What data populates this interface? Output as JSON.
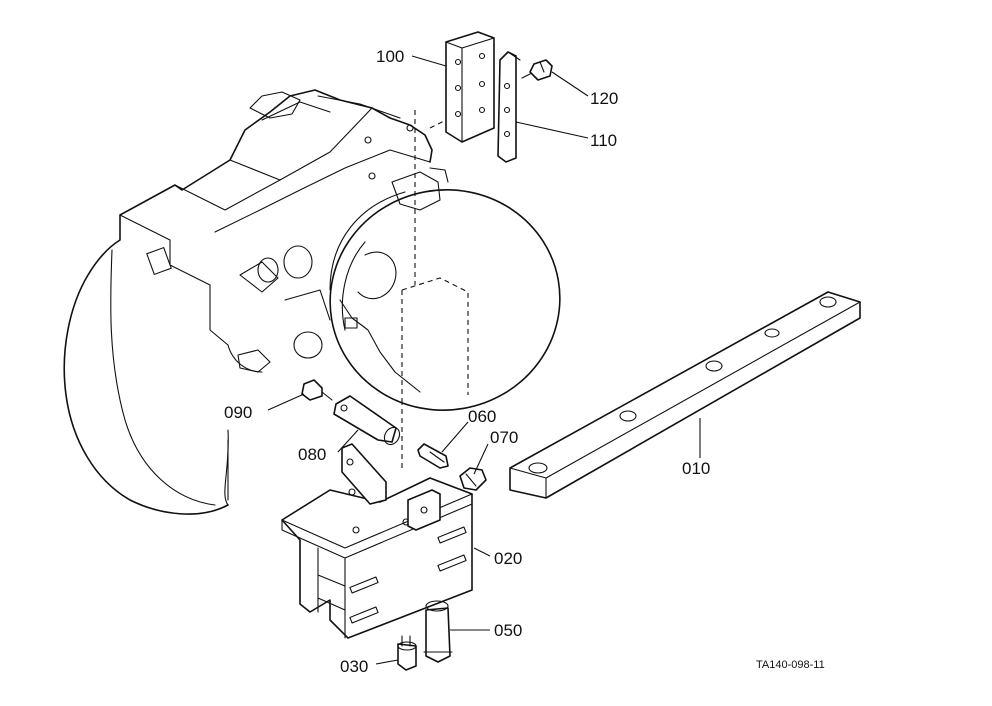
{
  "diagram": {
    "callouts": [
      {
        "id": "c100",
        "text": "100"
      },
      {
        "id": "c120",
        "text": "120"
      },
      {
        "id": "c110",
        "text": "110"
      },
      {
        "id": "c090",
        "text": "090"
      },
      {
        "id": "c060",
        "text": "060"
      },
      {
        "id": "c070",
        "text": "070"
      },
      {
        "id": "c080",
        "text": "080"
      },
      {
        "id": "c010",
        "text": "010"
      },
      {
        "id": "c020",
        "text": "020"
      },
      {
        "id": "c050",
        "text": "050"
      },
      {
        "id": "c030",
        "text": "030"
      }
    ],
    "reference_code": "TA140-098-11"
  }
}
